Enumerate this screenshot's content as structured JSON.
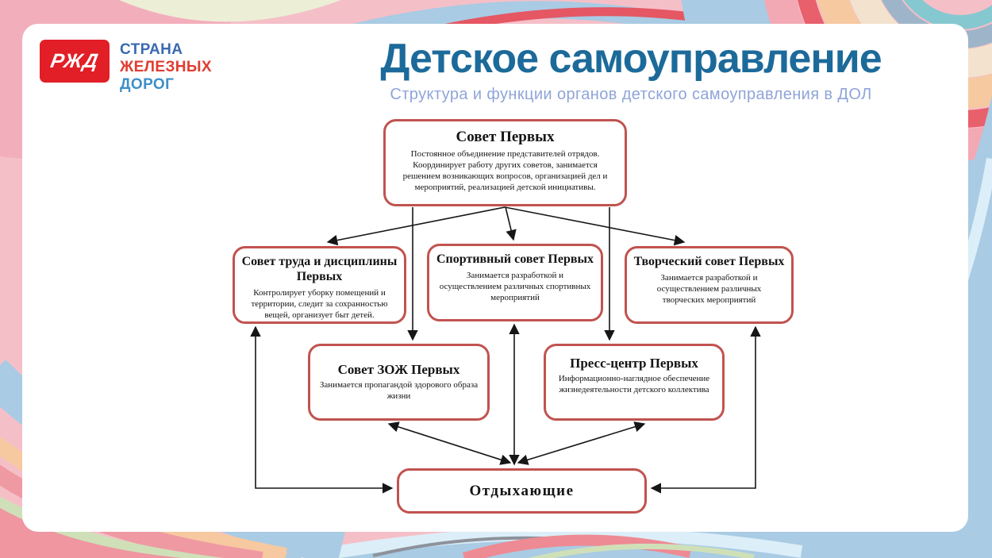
{
  "slide": {
    "logo": {
      "mark": "РЖД",
      "line1": "СТРАНА",
      "line2": "ЖЕЛЕЗНЫХ",
      "line3": "ДОРОГ"
    },
    "title": "Детское самоуправление",
    "subtitle": "Структура и функции органов детского самоуправления в ДОЛ"
  },
  "colors": {
    "title": "#1c6a9a",
    "subtitle": "#8fa4d9",
    "logo_red": "#e21e26",
    "logo_blue": "#3a6ab1",
    "logo_light_blue": "#3d8fc9",
    "box_border": "#c0534f",
    "arrow": "#161616",
    "border_pink": "#f5bfc8",
    "border_light_blue": "#a9cbe4",
    "border_peach": "#f6c9a0",
    "border_red": "#e8606c",
    "border_green": "#cfe0b8",
    "border_teal": "#86c8d0",
    "border_cream": "#f3e2cd"
  },
  "diagram": {
    "nodes": [
      {
        "id": "sovet-pervyh",
        "title": "Совет Первых",
        "desc": "Постоянное объединение представителей отрядов. Координирует работу других советов, занимается решением возникающих вопросов, организацией дел и мероприятий, реализацией детской инициативы."
      },
      {
        "id": "sovet-truda",
        "title": "Совет труда и дисциплины Первых",
        "desc": "Контролирует уборку помещений и территории, следит за сохранностью вещей, организует быт детей."
      },
      {
        "id": "sportivnyi-sovet",
        "title": "Спортивный совет Первых",
        "desc": "Занимается разработкой и осуществлением различных спортивных мероприятий"
      },
      {
        "id": "tvorcheskii-sovet",
        "title": "Творческий совет Первых",
        "desc": "Занимается разработкой и осуществлением различных творческих мероприятий"
      },
      {
        "id": "sovet-zozh",
        "title": "Совет ЗОЖ Первых",
        "desc": "Занимается пропагандой здорового образа жизни"
      },
      {
        "id": "press-centr",
        "title": "Пресс-центр Первых",
        "desc": "Информационно-наглядное обеспечение жизнедеятельности детского коллектива"
      },
      {
        "id": "otdyhayushchie",
        "title": "Отдыхающие",
        "desc": ""
      }
    ],
    "edges": [
      {
        "from": "Совет Первых",
        "to": "Совет труда и дисциплины Первых",
        "type": "one-way"
      },
      {
        "from": "Совет Первых",
        "to": "Спортивный совет Первых",
        "type": "one-way"
      },
      {
        "from": "Совет Первых",
        "to": "Творческий совет Первых",
        "type": "one-way"
      },
      {
        "from": "Совет Первых",
        "to": "Совет ЗОЖ Первых",
        "type": "one-way"
      },
      {
        "from": "Совет Первых",
        "to": "Пресс-центр Первых",
        "type": "one-way"
      },
      {
        "from": "Совет труда и дисциплины Первых",
        "to": "Отдыхающие",
        "type": "two-way"
      },
      {
        "from": "Спортивный совет Первых",
        "to": "Отдыхающие",
        "type": "two-way"
      },
      {
        "from": "Творческий совет Первых",
        "to": "Отдыхающие",
        "type": "two-way"
      },
      {
        "from": "Совет ЗОЖ Первых",
        "to": "Отдыхающие",
        "type": "two-way"
      },
      {
        "from": "Пресс-центр Первых",
        "to": "Отдыхающие",
        "type": "two-way"
      }
    ]
  }
}
